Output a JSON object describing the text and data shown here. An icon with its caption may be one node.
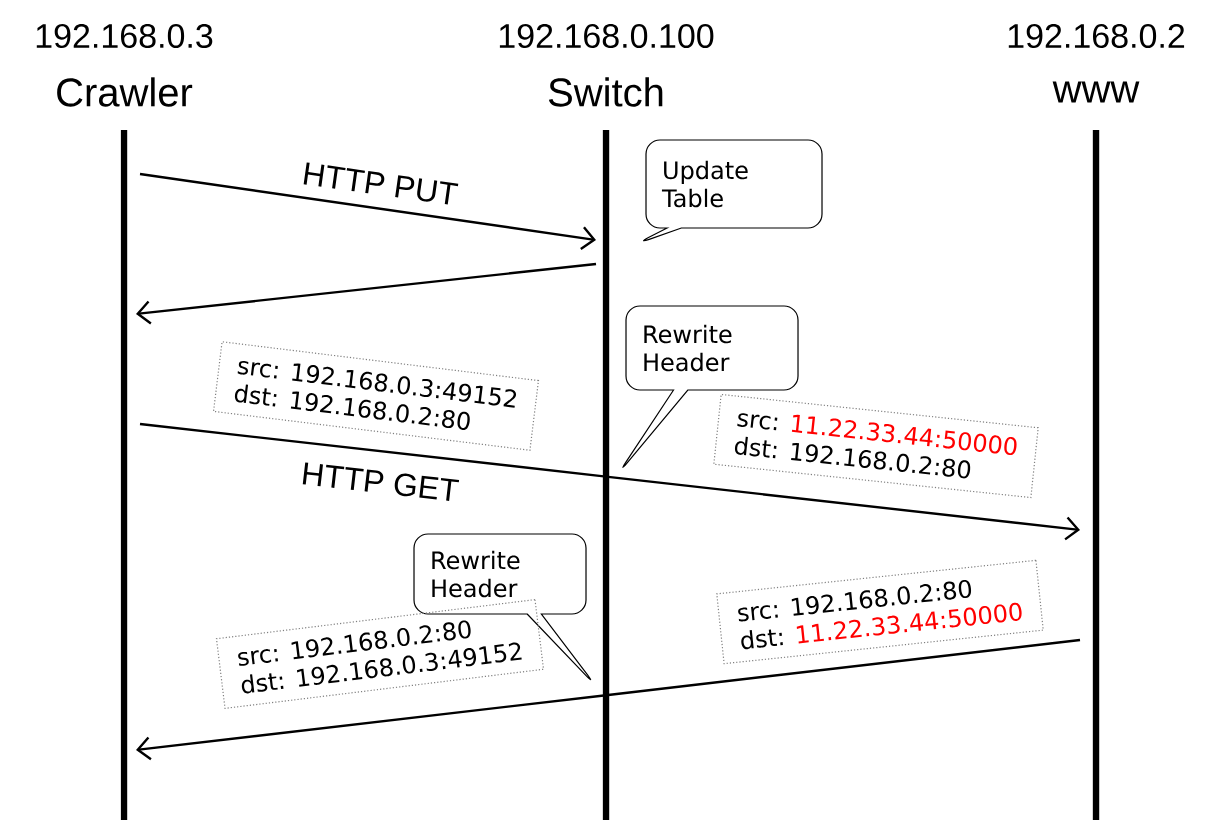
{
  "diagram": {
    "nodes": [
      {
        "text": [
          "192.168.0.3",
          "Crawler"
        ]
      },
      {
        "text": [
          "192.168.0.100",
          "Switch"
        ]
      },
      {
        "text": [
          "192.168.0.2",
          "www"
        ]
      },
      {
        "text": [
          "Update Table"
        ]
      },
      {
        "text": [
          "src:",
          "192.168.0.3:49152",
          "dst:",
          "192.168.0.2:80"
        ]
      },
      {
        "text": [
          "Rewrite Header"
        ]
      },
      {
        "text": [
          "src:",
          "11.22.33.44:50000",
          "dst:",
          "192.168.0.2:80"
        ]
      },
      {
        "text": [
          "Rewrite Header"
        ]
      },
      {
        "text": [
          "src:",
          "192.168.0.2:80",
          "dst:",
          "11.22.33.44:50000"
        ]
      },
      {
        "text": [
          "src:",
          "192.168.0.2:80",
          "dst:",
          "192.168.0.3:49152"
        ]
      }
    ],
    "edges": [
      {
        "from": 0,
        "to": 1,
        "arrow": "to",
        "label": "HTTP PUT"
      },
      {
        "from": 1,
        "to": 0,
        "arrow": "to"
      },
      {
        "from": 0,
        "to": 1,
        "arrow": "none",
        "label": "HTTP GET"
      },
      {
        "from": 1,
        "to": 2,
        "arrow": "to"
      },
      {
        "from": 2,
        "to": 1,
        "arrow": "none"
      },
      {
        "from": 1,
        "to": 0,
        "arrow": "to"
      }
    ]
  }
}
